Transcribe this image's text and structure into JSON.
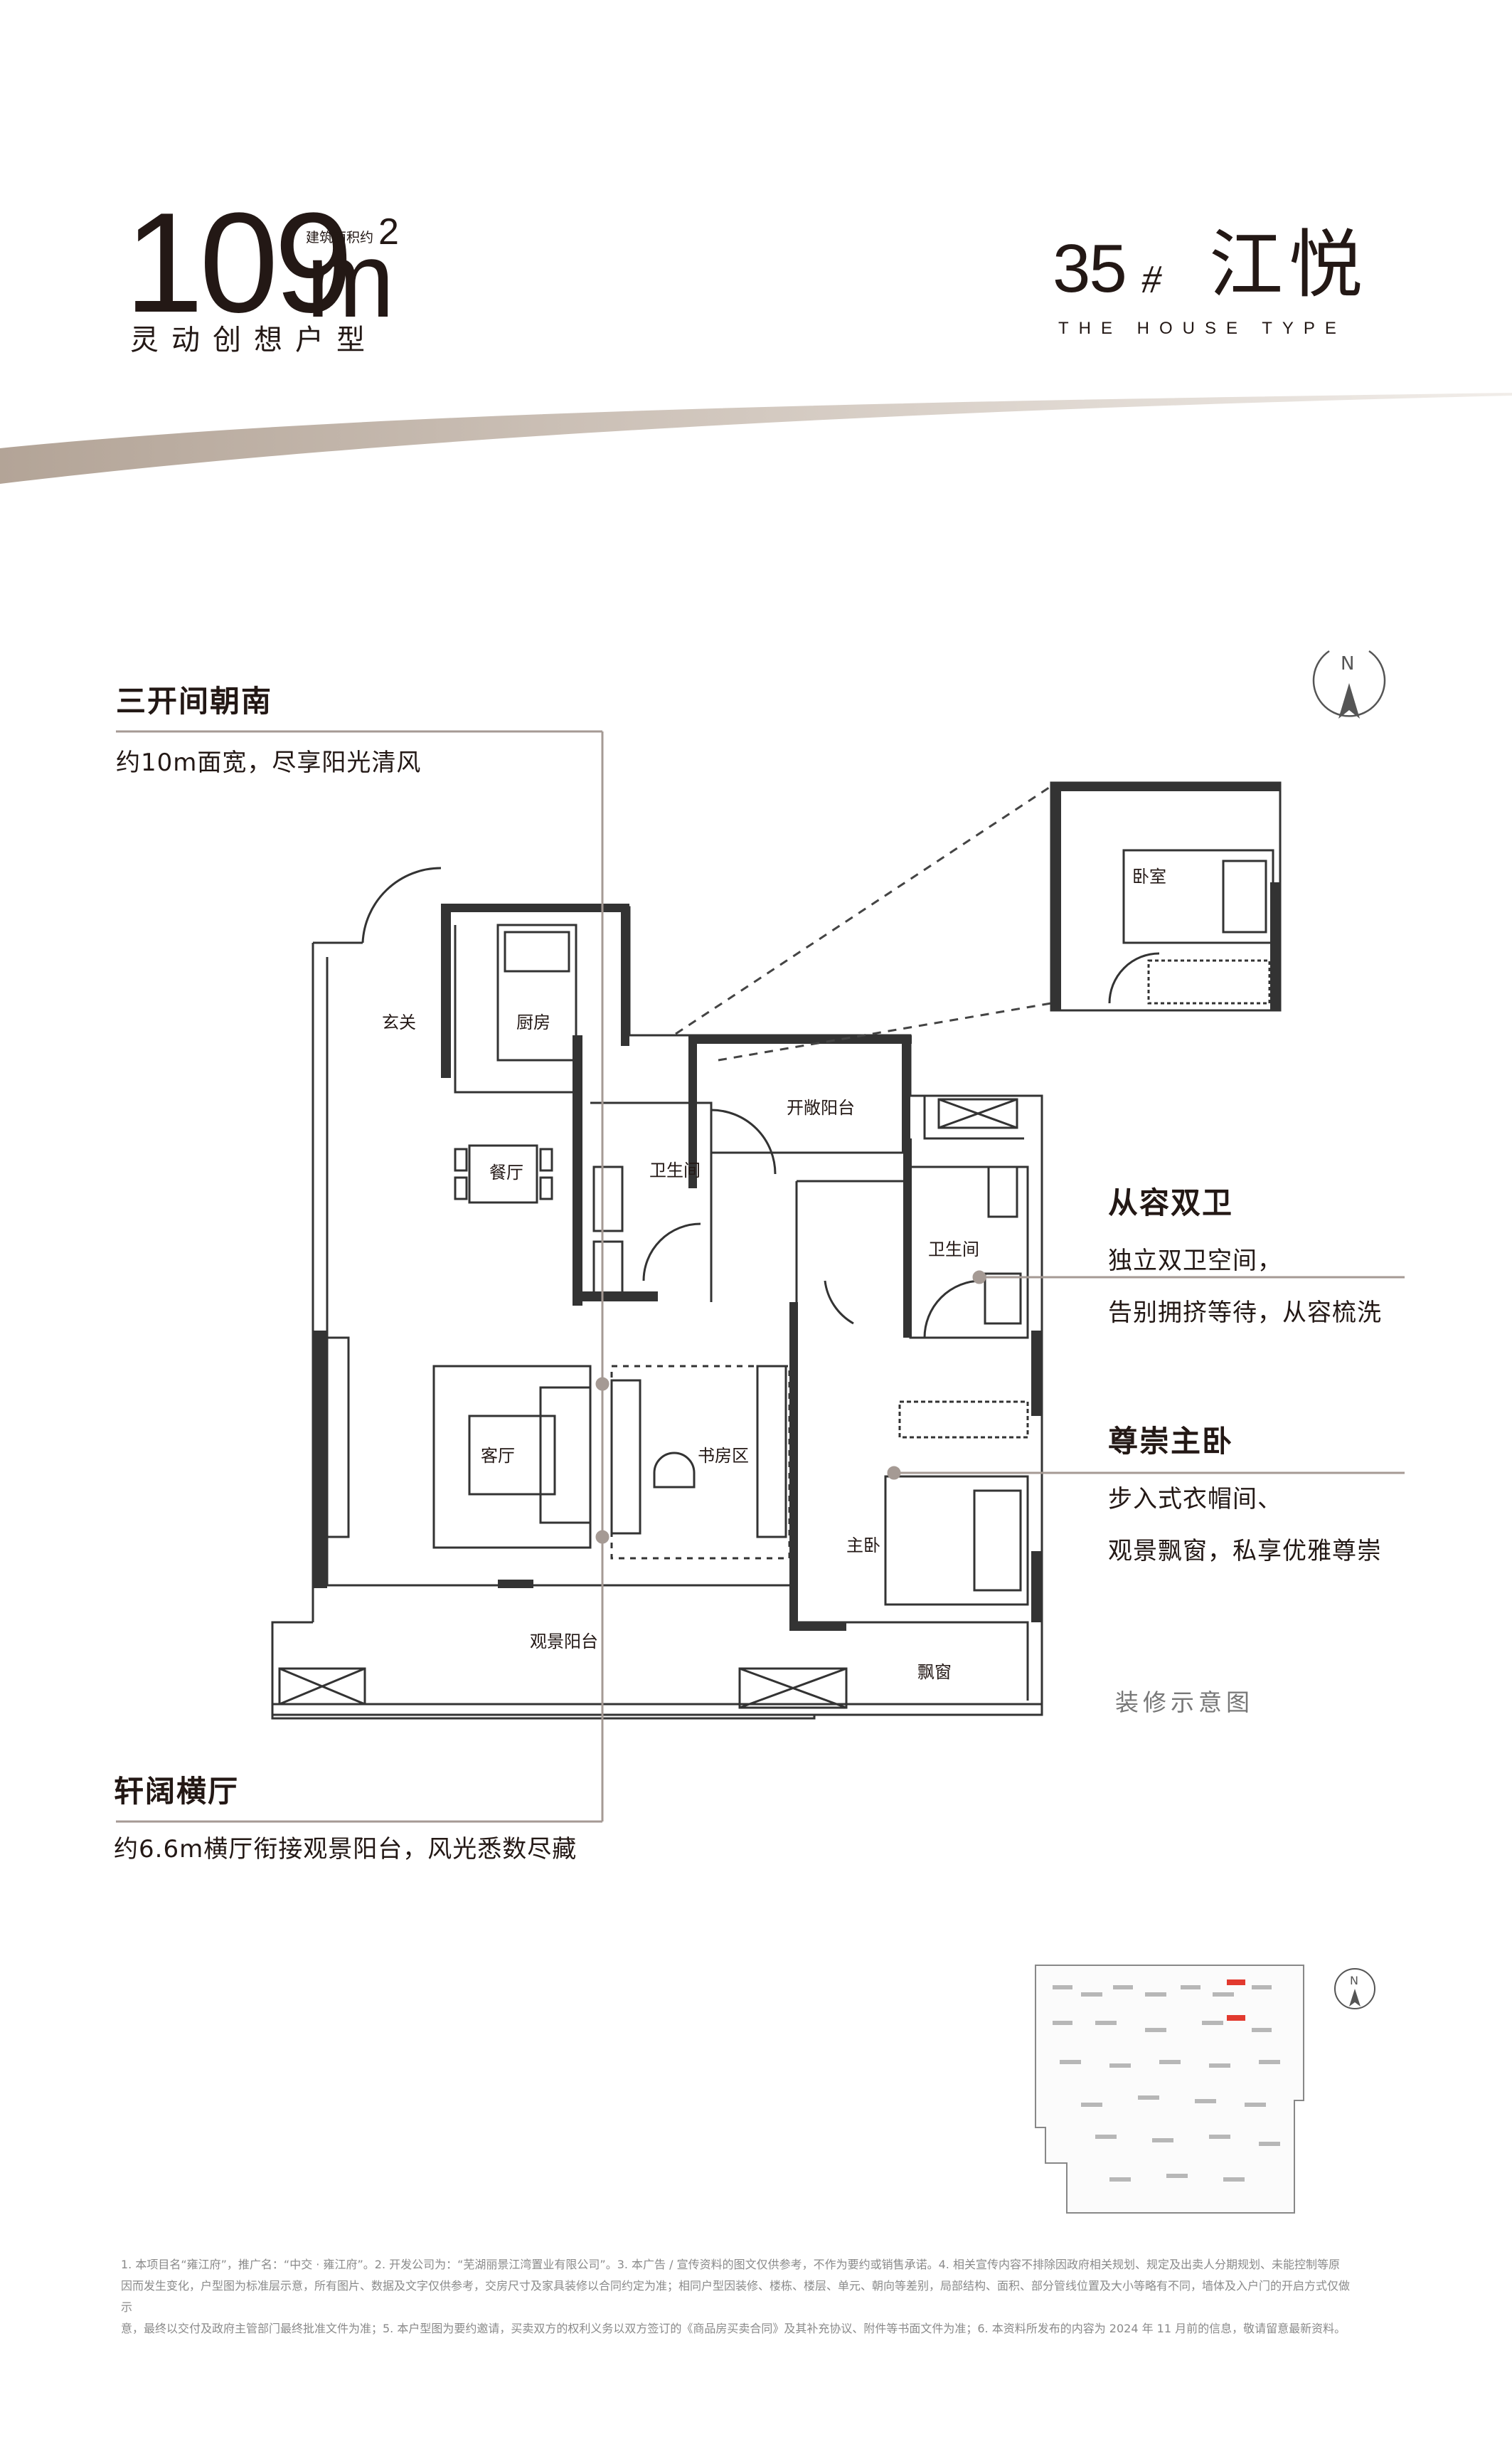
{
  "header": {
    "area_value": "109",
    "area_unit": "m",
    "area_sup": "2",
    "area_note": "建筑面积约",
    "subtitle": "灵动创想户型",
    "building_number": "35",
    "building_mark": "#",
    "project_name": "江悦",
    "house_type_en": "THE HOUSE TYPE"
  },
  "compass_label": "N",
  "features": [
    {
      "title": "三开间朝南",
      "desc": [
        "约10m面宽，尽享阳光清风"
      ]
    },
    {
      "title": "从容双卫",
      "desc": [
        "独立双卫空间，",
        "告别拥挤等待，从容梳洗"
      ]
    },
    {
      "title": "尊崇主卧",
      "desc": [
        "步入式衣帽间、",
        "观景飘窗，私享优雅尊崇"
      ]
    },
    {
      "title": "轩阔横厅",
      "desc": [
        "约6.6m横厅衔接观景阳台，风光悉数尽藏"
      ]
    }
  ],
  "rooms": {
    "entry": "玄关",
    "kitchen": "厨房",
    "dining": "餐厅",
    "bath1": "卫生间",
    "open_balcony": "开敞阳台",
    "bath2": "卫生间",
    "living": "客厅",
    "study": "书房区",
    "master": "主卧",
    "view_balcony": "观景阳台",
    "bay_window": "飘窗",
    "inset_bedroom": "卧室"
  },
  "caption": "装修示意图",
  "disclaimer": [
    "1. 本项目名“雍江府”，推广名：“中交 · 雍江府”。2. 开发公司为：“芜湖丽景江湾置业有限公司”。3. 本广告 / 宣传资料的图文仅供参考，不作为要约或销售承诺。4. 相关宣传内容不排除因政府相关规划、规定及出卖人分期规划、未能控制等原",
    "因而发生变化，户型图为标准层示意，所有图片、数据及文字仅供参考，交房尺寸及家具装修以合同约定为准；相同户型因装修、楼栋、楼层、单元、朝向等差别，局部结构、面积、部分管线位置及大小等略有不同，墙体及入户门的开启方式仅做示",
    "意，最终以交付及政府主管部门最终批准文件为准；5. 本户型图为要约邀请，买卖双方的权利义务以双方签订的《商品房买卖合同》及其补充协议、附件等书面文件为准；6. 本资料所发布的内容为 2024 年 11 月前的信息，敬请留意最新资料。"
  ],
  "colors": {
    "text": "#231815",
    "wall": "#333333",
    "wall_accent": "#6b6b6b",
    "leader": "#a59a94",
    "caption": "#777777",
    "sitemap_highlight": "#e23a2f"
  }
}
